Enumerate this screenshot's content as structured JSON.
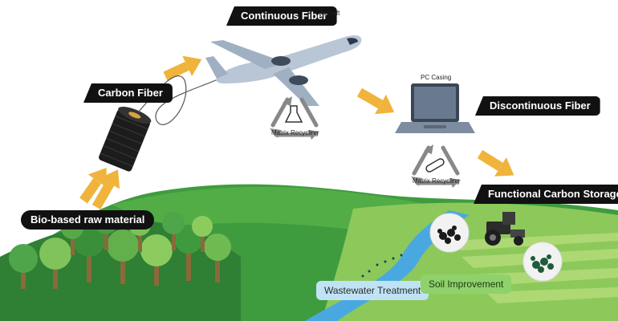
{
  "labels": {
    "bio_based": "Bio-based raw material",
    "carbon_fiber": "Carbon Fiber",
    "continuous_fiber": "Continuous Fiber",
    "aircraft": "Aircraft",
    "pc_casing": "PC Casing",
    "discontinuous_fiber": "Discontinuous Fiber",
    "functional_carbon_storage": "Functional Carbon Storage",
    "matrix_recycling_1": "Matrix Recycling",
    "matrix_recycling_2": "Matrix Recycling",
    "wastewater_treatment": "Wastewater Treatment",
    "soil_improvement": "Soil Improvement"
  },
  "colors": {
    "arrow": "#f0b43c",
    "hill_dark": "#2f8a3a",
    "hill_light": "#7cc24a",
    "tag_bg": "#111111",
    "water": "#4aa8e0",
    "soil_box": "#8fd16a",
    "water_box": "#bfe3f5"
  },
  "icons": [
    "spool-icon",
    "airplane-icon",
    "laptop-icon",
    "flask-icon",
    "tube-icon",
    "tractor-icon",
    "tree-icon",
    "recycle-icon"
  ]
}
